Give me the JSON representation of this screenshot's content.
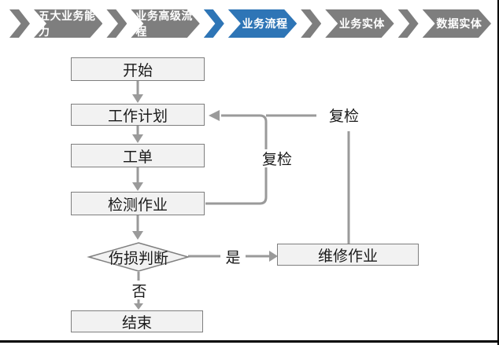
{
  "breadcrumb": {
    "active_color": "#2e75b6",
    "inactive_color": "#7e7e7e",
    "tabs": [
      {
        "label": "五大业务能力",
        "active": false
      },
      {
        "label": "业务高级流程",
        "active": false
      },
      {
        "label": "业务流程",
        "active": true
      },
      {
        "label": "业务实体",
        "active": false
      },
      {
        "label": "数据实体",
        "active": false
      }
    ]
  },
  "flowchart": {
    "colors": {
      "node_fill": "#f2f2f2",
      "node_border": "#7f7f7f",
      "connector": "#9a9a9a",
      "text": "#1a1a1a"
    },
    "nodes": [
      {
        "id": "start",
        "label": "开始",
        "type": "process"
      },
      {
        "id": "plan",
        "label": "工作计划",
        "type": "process"
      },
      {
        "id": "order",
        "label": "工单",
        "type": "process"
      },
      {
        "id": "inspect",
        "label": "检测作业",
        "type": "process"
      },
      {
        "id": "judge",
        "label": "伤损判断",
        "type": "decision"
      },
      {
        "id": "repair",
        "label": "维修作业",
        "type": "process"
      },
      {
        "id": "end",
        "label": "结束",
        "type": "process"
      }
    ],
    "edge_labels": {
      "recheck_inner": "复检",
      "recheck_outer": "复检",
      "yes": "是",
      "no": "否"
    },
    "edges": [
      {
        "from": "start",
        "to": "plan"
      },
      {
        "from": "plan",
        "to": "order"
      },
      {
        "from": "order",
        "to": "inspect"
      },
      {
        "from": "inspect",
        "to": "judge"
      },
      {
        "from": "inspect",
        "to": "plan",
        "label": "复检"
      },
      {
        "from": "judge",
        "to": "repair",
        "label": "是"
      },
      {
        "from": "judge",
        "to": "end",
        "label": "否"
      },
      {
        "from": "repair",
        "to": "plan",
        "label": "复检"
      }
    ]
  }
}
